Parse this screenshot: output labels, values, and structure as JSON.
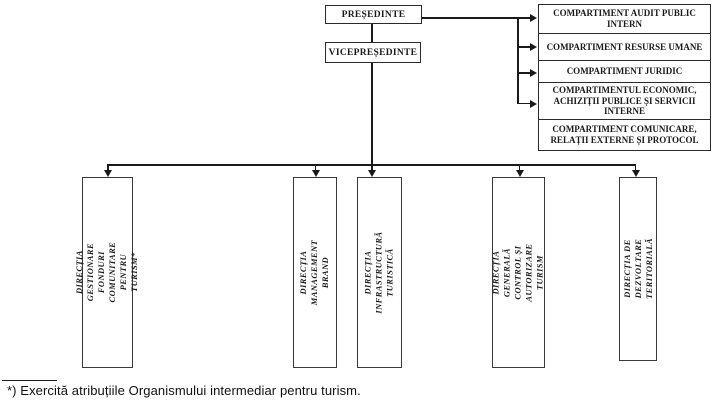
{
  "org_chart": {
    "president_label": "PREȘEDINTE",
    "vice_president_label": "VICEPREȘEDINTE",
    "compartments": [
      "COMPARTIMENT AUDIT PUBLIC INTERN",
      "COMPARTIMENT RESURSE UMANE",
      "COMPARTIMENT JURIDIC",
      "COMPARTIMENTUL ECONOMIC, ACHIZIȚII PUBLICE ȘI SERVICII INTERNE",
      "COMPARTIMENT COMUNICARE, RELAȚII EXTERNE ȘI PROTOCOL"
    ],
    "directions": [
      "DIRECȚIA GESTIONARE FONDURI COMUNITARE PENTRU TURISM*",
      "DIRECȚIA MANAGEMENT BRAND",
      "DIRECȚIA INFRASTRUCTURĂ TURISTICĂ",
      "DIRECȚIA GENERALĂ CONTROL ȘI AUTORIZARE TURISM",
      "DIRECȚIA DE DEZVOLTARE TERITORIALĂ"
    ],
    "footnote": "*) Exercită atribuțiile Organismului intermediar pentru turism.",
    "colors": {
      "line": "#1a1a1a",
      "background": "#ffffff",
      "text": "#1a1a1a"
    }
  }
}
